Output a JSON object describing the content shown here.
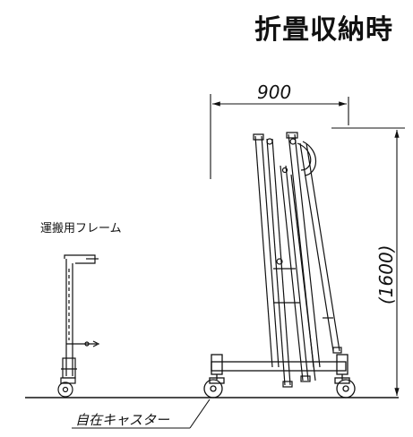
{
  "title": "折畳収納時",
  "dimensions": {
    "width": "900",
    "height": "(1600)"
  },
  "labels": {
    "transport_frame": "運搬用フレーム",
    "caster": "自在キャスター"
  }
}
